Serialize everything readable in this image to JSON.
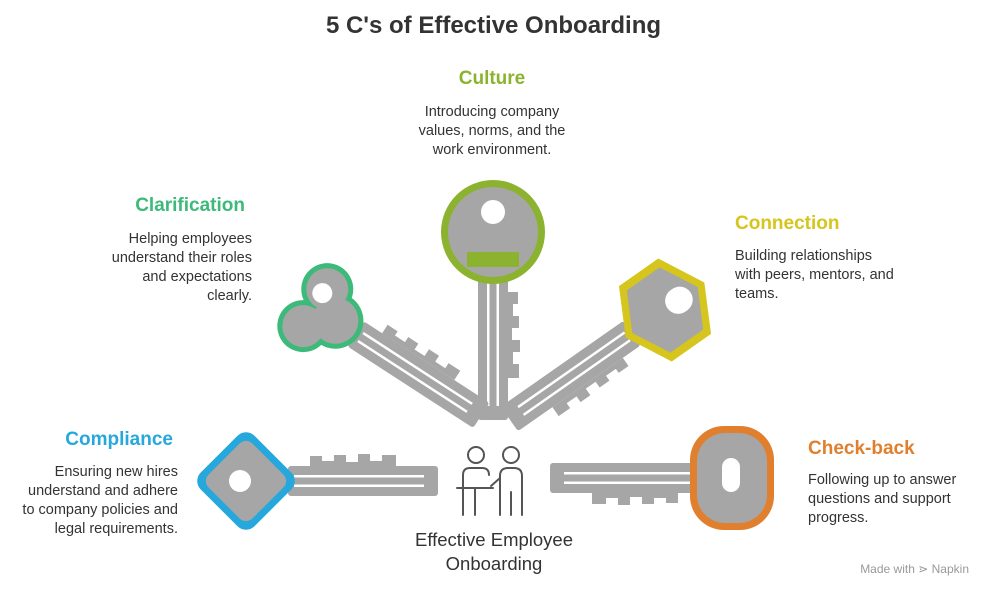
{
  "title": "5 C's of Effective Onboarding",
  "center_label": {
    "line1": "Effective Employee",
    "line2": "Onboarding"
  },
  "items": [
    {
      "key": "culture",
      "heading": "Culture",
      "color": "#8cb32f",
      "description": [
        "Introducing company",
        "values, norms, and the",
        "work environment."
      ]
    },
    {
      "key": "clarification",
      "heading": "Clarification",
      "color": "#3dba7a",
      "description": [
        "Helping employees",
        "understand their roles",
        "and expectations",
        "clearly."
      ]
    },
    {
      "key": "connection",
      "heading": "Connection",
      "color": "#d6c51c",
      "description": [
        "Building relationships",
        "with peers, mentors, and",
        "teams."
      ]
    },
    {
      "key": "compliance",
      "heading": "Compliance",
      "color": "#27a8dc",
      "description": [
        "Ensuring new hires",
        "understand and adhere",
        "to company policies and",
        "legal requirements."
      ]
    },
    {
      "key": "checkback",
      "heading": "Check-back",
      "color": "#e0802f",
      "description": [
        "Following up to answer",
        "questions and support",
        "progress."
      ]
    }
  ],
  "watermark": {
    "prefix": "Made with",
    "brand": "Napkin"
  },
  "icons": {
    "center": "team-meeting-icon",
    "keys": "key-icon"
  },
  "colors": {
    "key_gray": "#a6a6a6",
    "key_gray_dark": "#8e8e8e",
    "text": "#333333"
  }
}
